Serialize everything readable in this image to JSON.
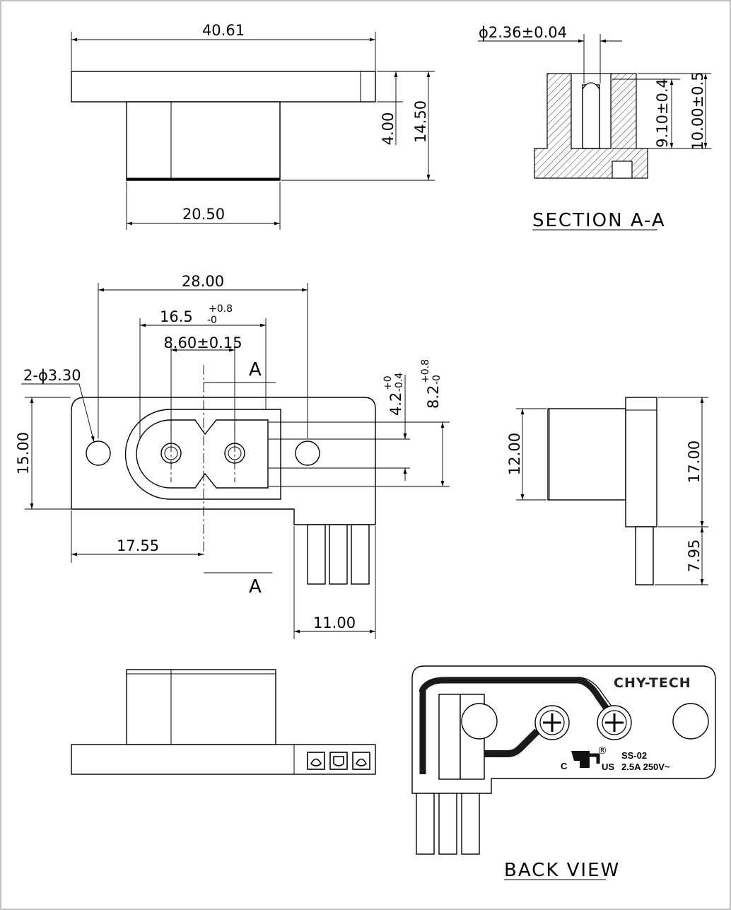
{
  "dimensions": {
    "top_width": "40.61",
    "flange_thickness": "4.00",
    "total_height": "14.50",
    "body_width": "20.50",
    "pin_diameter": "ϕ2.36±0.04",
    "section_depth": "9.10±0.4",
    "section_height": "10.00±0.5",
    "hole_spacing": "28.00",
    "opening_base": "16.5",
    "opening_tol_plus": "+0.8",
    "opening_tol_minus": "-0",
    "pin_spacing": "8.60±0.15",
    "holes": "2-ϕ3.30",
    "height_left": "15.00",
    "offset_17": "17.55",
    "tail_width": "11.00",
    "slot_a_base": "4.2",
    "slot_a_tol_plus": "+0",
    "slot_a_tol_minus": "-0.4",
    "slot_b_base": "8.2",
    "slot_b_tol_plus": "+0.8",
    "slot_b_tol_minus": "-0",
    "side_body": "12.00",
    "side_total": "17.00",
    "side_pins": "7.95"
  },
  "labels": {
    "section_title": "SECTION A-A",
    "back_view_title": "BACK VIEW",
    "section_marker_top": "A",
    "section_marker_bottom": "A",
    "brand": "CHY-TECH",
    "model": "SS-02",
    "rating": "2.5A  250V~",
    "cert_c": "C",
    "cert_us": "US",
    "cert_reg": "®"
  }
}
